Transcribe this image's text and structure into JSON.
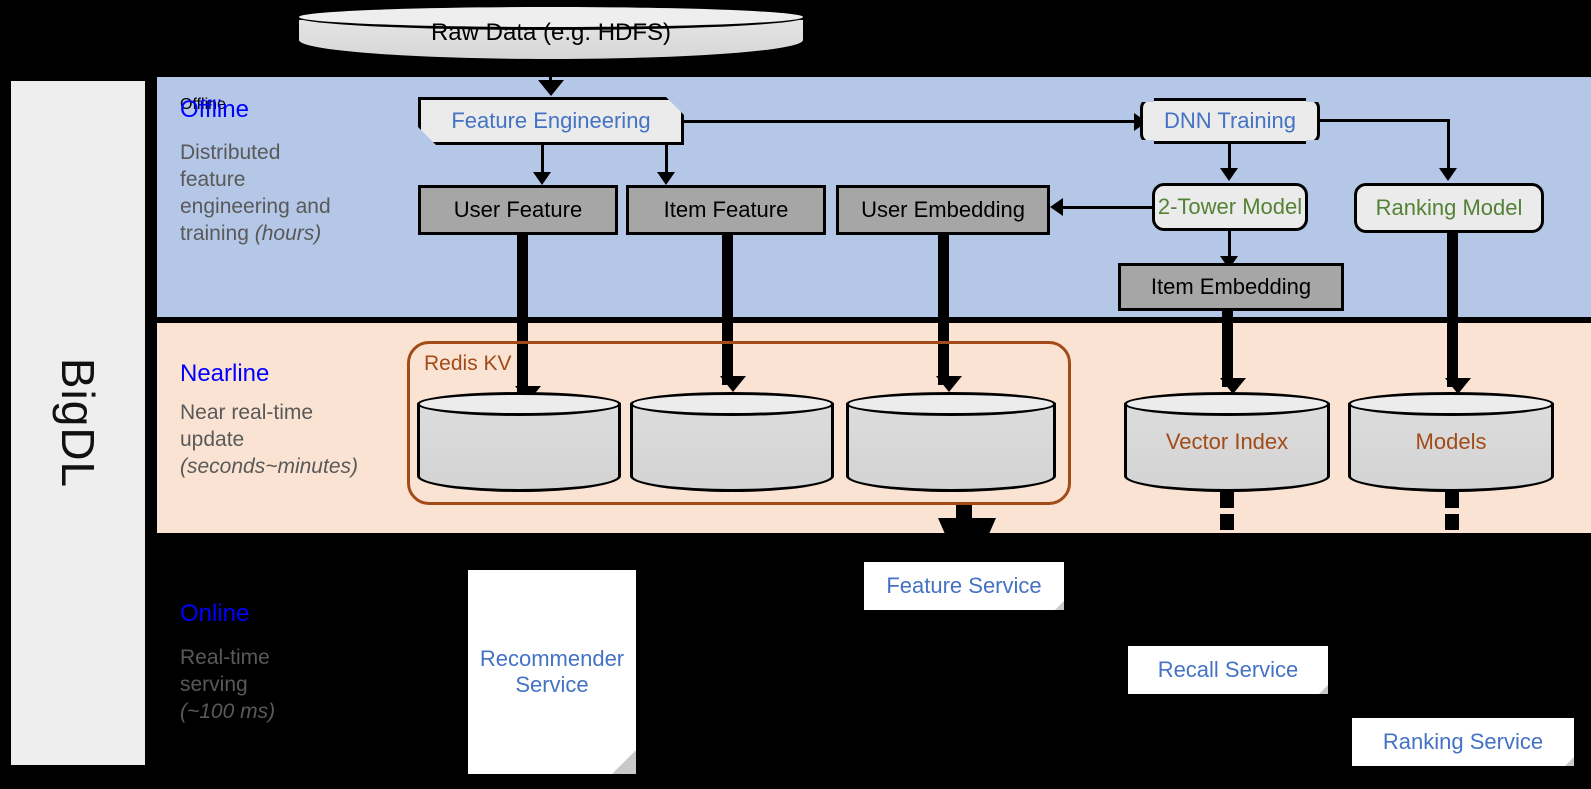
{
  "sidebar": {
    "label": "BigDL"
  },
  "bands": [
    {
      "title": "Offline",
      "desc_line1": "Distributed",
      "desc_line2": "feature",
      "desc_line3": "engineering and",
      "desc_line4": "training ",
      "desc_italic": "(hours)",
      "color": "#b4c7e7"
    },
    {
      "title": "Nearline",
      "desc_line1": "Near real-time",
      "desc_line2": "update",
      "desc_line3": "",
      "desc_line4": "",
      "desc_italic": "(seconds~minutes)",
      "color": "#fbe3d3"
    },
    {
      "title": "Online",
      "desc_line1": "Real-time",
      "desc_line2": "serving",
      "desc_line3": "",
      "desc_line4": "",
      "desc_italic": "(~100 ms)",
      "color": "#000000"
    }
  ],
  "nodes": {
    "raw_data": "Raw Data (e.g. HDFS)",
    "feature_engineering": "Feature Engineering",
    "dnn_training": "DNN Training",
    "user_feature": "User Feature",
    "item_feature": "Item Feature",
    "user_embedding": "User Embedding",
    "two_tower_model": "2-Tower Model",
    "ranking_model": "Ranking Model",
    "item_embedding": "Item Embedding",
    "redis_kv": "Redis KV",
    "vector_index": "Vector Index",
    "models": "Models",
    "recommender_service_l1": "Recommender",
    "recommender_service_l2": "Service",
    "feature_service": "Feature Service",
    "recall_service": "Recall Service",
    "ranking_service": "Ranking Service"
  },
  "colors": {
    "offline_band": "#b4c7e7",
    "nearline_band": "#fbe3d3",
    "online_band": "#000000",
    "band_title": "#0000ff",
    "band_desc": "#595959",
    "process_blue": "#4472c4",
    "process_green": "#548235",
    "storage_grey": "#a6a6a6",
    "redis_brown": "#a24b18",
    "sidebar_grey": "#eeeeee"
  }
}
